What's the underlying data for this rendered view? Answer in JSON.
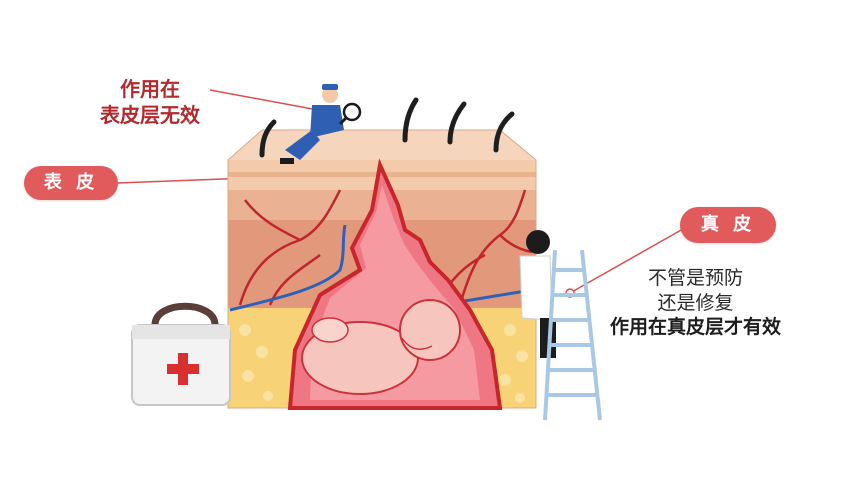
{
  "labels": {
    "top_line1": "作用在",
    "top_line2": "表皮层无效",
    "epidermis": "表 皮",
    "dermis": "真 皮",
    "right_line1": "不管是预防",
    "right_line2": "还是修复",
    "right_line3": "作用在真皮层才有效"
  },
  "colors": {
    "accent": "#e25b5c",
    "label_text": "#b22a2d",
    "skin_top": "#f7dcc5",
    "dermis": "#e9a48b",
    "fat": "#f6d373",
    "womb": "#f07882"
  },
  "icons": [
    "medical-kit-icon",
    "worker-magnifier-icon",
    "doctor-icon",
    "ladder-icon",
    "fetus-icon",
    "hair-icon"
  ]
}
